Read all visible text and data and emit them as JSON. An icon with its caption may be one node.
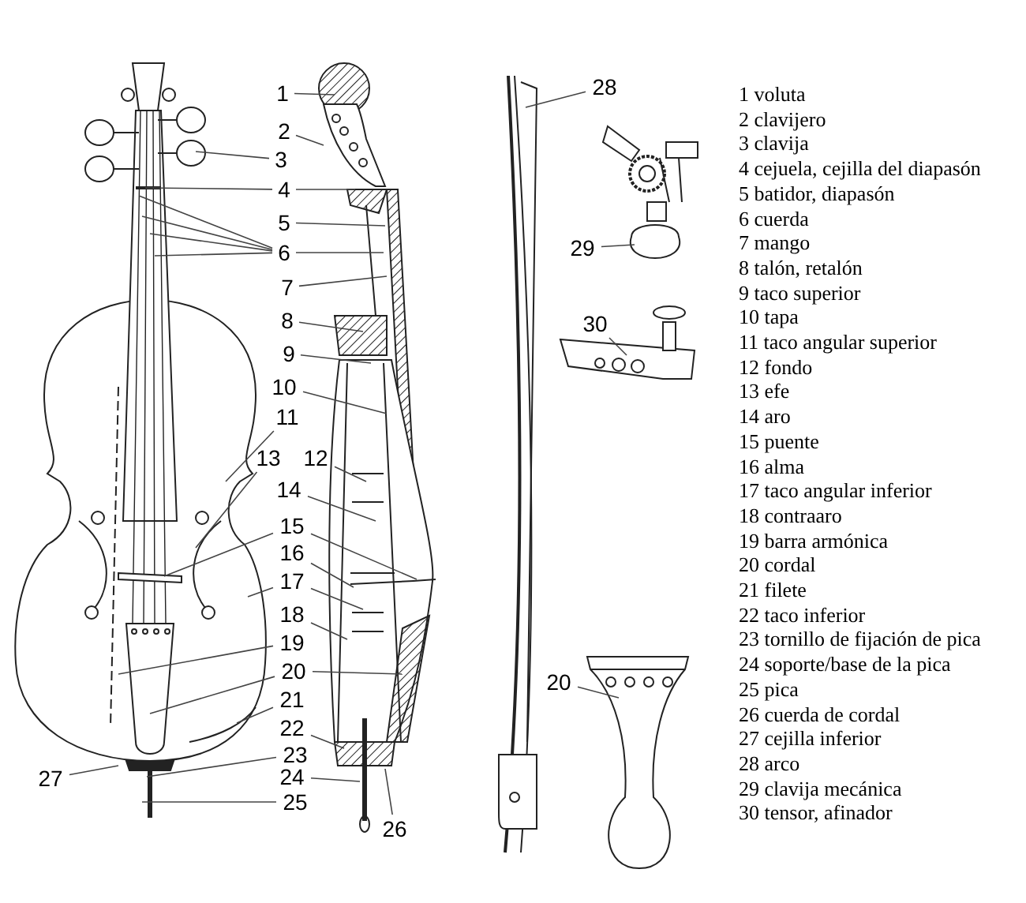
{
  "diagram": {
    "nodes": [
      {
        "text": [
          "1"
        ]
      },
      {
        "text": [
          "2"
        ]
      },
      {
        "text": [
          "3"
        ]
      },
      {
        "text": [
          "4"
        ]
      },
      {
        "text": [
          "5"
        ]
      },
      {
        "text": [
          "6"
        ]
      },
      {
        "text": [
          "7"
        ]
      },
      {
        "text": [
          "8"
        ]
      },
      {
        "text": [
          "9"
        ]
      },
      {
        "text": [
          "10"
        ]
      },
      {
        "text": [
          "11"
        ]
      },
      {
        "text": [
          "12"
        ]
      },
      {
        "text": [
          "13"
        ]
      },
      {
        "text": [
          "14"
        ]
      },
      {
        "text": [
          "15"
        ]
      },
      {
        "text": [
          "16"
        ]
      },
      {
        "text": [
          "17"
        ]
      },
      {
        "text": [
          "18"
        ]
      },
      {
        "text": [
          "19"
        ]
      },
      {
        "text": [
          "20"
        ]
      },
      {
        "text": [
          "21"
        ]
      },
      {
        "text": [
          "22"
        ]
      },
      {
        "text": [
          "23"
        ]
      },
      {
        "text": [
          "24"
        ]
      },
      {
        "text": [
          "25"
        ]
      },
      {
        "text": [
          "26"
        ]
      },
      {
        "text": [
          "27"
        ]
      },
      {
        "text": [
          "28"
        ]
      },
      {
        "text": [
          "29"
        ]
      },
      {
        "text": [
          "30"
        ]
      },
      {
        "text": [
          "20"
        ]
      }
    ],
    "edges": [
      {
        "from": 0,
        "to": null,
        "arrow": "none"
      },
      {
        "from": 1,
        "to": null,
        "arrow": "none"
      },
      {
        "from": 2,
        "to": null,
        "arrow": "none"
      },
      {
        "from": 3,
        "to": null,
        "arrow": "none"
      },
      {
        "from": 3,
        "to": null,
        "arrow": "none"
      },
      {
        "from": 4,
        "to": null,
        "arrow": "none"
      },
      {
        "from": 5,
        "to": null,
        "arrow": "none"
      },
      {
        "from": 5,
        "to": null,
        "arrow": "none"
      },
      {
        "from": 5,
        "to": null,
        "arrow": "none"
      },
      {
        "from": 5,
        "to": null,
        "arrow": "none"
      },
      {
        "from": 5,
        "to": null,
        "arrow": "none"
      },
      {
        "from": 6,
        "to": null,
        "arrow": "none"
      },
      {
        "from": 7,
        "to": null,
        "arrow": "none"
      },
      {
        "from": 8,
        "to": null,
        "arrow": "none"
      },
      {
        "from": 9,
        "to": null,
        "arrow": "none"
      },
      {
        "from": 10,
        "to": null,
        "arrow": "none"
      },
      {
        "from": 11,
        "to": null,
        "arrow": "none"
      },
      {
        "from": 12,
        "to": null,
        "arrow": "none"
      },
      {
        "from": 13,
        "to": null,
        "arrow": "none"
      },
      {
        "from": 14,
        "to": null,
        "arrow": "none"
      },
      {
        "from": 14,
        "to": null,
        "arrow": "none"
      },
      {
        "from": 15,
        "to": null,
        "arrow": "none"
      },
      {
        "from": 16,
        "to": null,
        "arrow": "none"
      },
      {
        "from": 16,
        "to": null,
        "arrow": "none"
      },
      {
        "from": 17,
        "to": null,
        "arrow": "none"
      },
      {
        "from": 18,
        "to": null,
        "arrow": "none"
      },
      {
        "from": 19,
        "to": null,
        "arrow": "none"
      },
      {
        "from": 19,
        "to": null,
        "arrow": "none"
      },
      {
        "from": 20,
        "to": null,
        "arrow": "none"
      },
      {
        "from": 21,
        "to": null,
        "arrow": "none"
      },
      {
        "from": 22,
        "to": null,
        "arrow": "none"
      },
      {
        "from": 23,
        "to": null,
        "arrow": "none"
      },
      {
        "from": 24,
        "to": null,
        "arrow": "none"
      },
      {
        "from": 25,
        "to": null,
        "arrow": "none"
      },
      {
        "from": 26,
        "to": null,
        "arrow": "none"
      },
      {
        "from": 27,
        "to": null,
        "arrow": "none"
      },
      {
        "from": 28,
        "to": null,
        "arrow": "none"
      },
      {
        "from": 29,
        "to": null,
        "arrow": "none"
      },
      {
        "from": 30,
        "to": null,
        "arrow": "none"
      }
    ],
    "labels": [
      "1 voluta",
      "2 clavijero",
      "3 clavija",
      "4 cejuela, cejilla del diapasón",
      "5 batidor, diapasón",
      "6 cuerda",
      "7 mango",
      "8 talón, retalón",
      "9 taco superior",
      "10 tapa",
      "11 taco angular superior",
      "12 fondo",
      "13 efe",
      "14 aro",
      "15 puente",
      "16 alma",
      "17 taco angular inferior",
      "18 contraaro",
      "19 barra armónica",
      "20 cordal",
      "21 filete",
      "22 taco inferior",
      "23 tornillo de fijación de pica",
      "24 soporte/base de la pica",
      "25 pica",
      "26 cuerda de cordal",
      "27 cejilla inferior",
      "28 arco",
      "29 clavija mecánica",
      "30 tensor, afinador"
    ]
  }
}
